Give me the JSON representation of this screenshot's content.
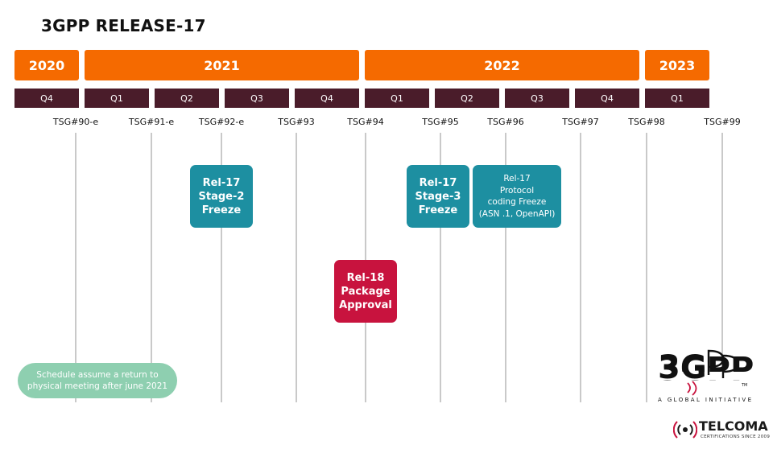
{
  "title": "3GPP RELEASE-17",
  "years": [
    {
      "label": "2020"
    },
    {
      "label": "2021"
    },
    {
      "label": "2022"
    },
    {
      "label": "2023"
    }
  ],
  "quarters": [
    "Q4",
    "Q1",
    "Q2",
    "Q3",
    "Q4",
    "Q1",
    "Q2",
    "Q3",
    "Q4",
    "Q1"
  ],
  "meetings": [
    "TSG#90-e",
    "TSG#91-e",
    "TSG#92-e",
    "TSG#93",
    "TSG#94",
    "TSG#95",
    "TSG#96",
    "TSG#97",
    "TSG#98",
    "TSG#99"
  ],
  "milestones": [
    {
      "text": "Rel-17\nStage-2\nFreeze",
      "color": "#1d8fa1"
    },
    {
      "text": "Rel-17\nStage-3\nFreeze",
      "color": "#1d8fa1"
    },
    {
      "text": "Rel-17\nProtocol\ncoding Freeze\n(ASN .1, OpenAPI)",
      "color": "#1d8fa1"
    },
    {
      "text": "Rel-18\nPackage\nApproval",
      "color": "#c8133e"
    }
  ],
  "note": "Schedule assume a return to\nphysical meeting after june 2021",
  "logo_3gpp": {
    "mark": "3GPP",
    "tm": "TM",
    "tagline": "A GLOBAL INITIATIVE"
  },
  "logo_telcoma": {
    "name": "TELCOMA",
    "tagline": "CERTIFICATIONS SINCE 2009"
  },
  "colors": {
    "year": "#f56a00",
    "quarter": "#4a1c2a",
    "teal": "#1d8fa1",
    "red": "#c8133e",
    "note": "#8ecfb0",
    "line": "#c9c9c9"
  }
}
